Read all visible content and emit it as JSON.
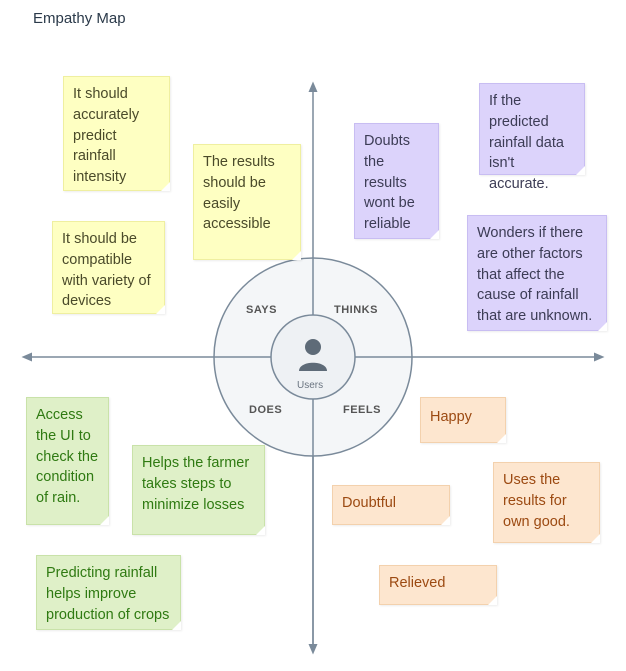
{
  "title": "Empathy Map",
  "center_label": "Users",
  "quadrants": {
    "says": "SAYS",
    "thinks": "THINKS",
    "does": "DOES",
    "feels": "FEELS"
  },
  "notes": {
    "says_1": [
      "It should",
      "accurately",
      "predict",
      "rainfall",
      "intensity"
    ],
    "says_2": [
      "The results",
      "should be",
      "easily",
      "accessible"
    ],
    "says_3": [
      "It should be",
      "compatible",
      "with variety of",
      "devices"
    ],
    "thinks_1": [
      "Doubts",
      "the results",
      "wont be",
      "reliable"
    ],
    "thinks_2": [
      "If the",
      "predicted",
      "rainfall data",
      "isn't accurate."
    ],
    "thinks_3": [
      "Wonders if there",
      "are other factors",
      "that affect the",
      "cause of rainfall",
      "that are unknown."
    ],
    "does_1": [
      "Access",
      "the UI to",
      "check the",
      "condition",
      "of rain."
    ],
    "does_2": [
      "Helps the farmer",
      "takes steps to",
      "minimize losses"
    ],
    "does_3": [
      "Predicting rainfall",
      "helps improve",
      "production of crops"
    ],
    "feels_1": [
      "Happy"
    ],
    "feels_2": [
      "Doubtful"
    ],
    "feels_3": [
      "Uses the",
      "results for",
      "own good."
    ],
    "feels_4": [
      "Relieved"
    ]
  },
  "colors": {
    "axis": "#7a8a9a",
    "says_notes": "#feffc2",
    "thinks_notes": "#dcd3fb",
    "does_notes": "#dff0c8",
    "feels_notes": "#fde6cf"
  },
  "icons": {
    "center": "user-icon"
  }
}
